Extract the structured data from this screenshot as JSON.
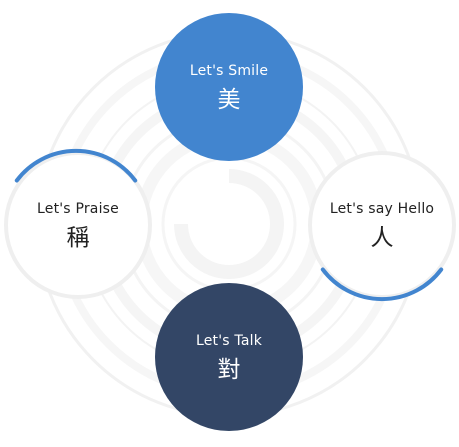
{
  "colors": {
    "smile_fill": "#4285cf",
    "talk_fill": "#334666",
    "accent_arc": "#4285cf",
    "ring_gray": "#eeeeee"
  },
  "nodes": {
    "smile": {
      "label": "Let's Smile",
      "char": "美"
    },
    "praise": {
      "label": "Let's Praise",
      "char": "稱"
    },
    "hello": {
      "label": "Let's say Hello",
      "char": "人"
    },
    "talk": {
      "label": "Let's Talk",
      "char": "對"
    }
  }
}
